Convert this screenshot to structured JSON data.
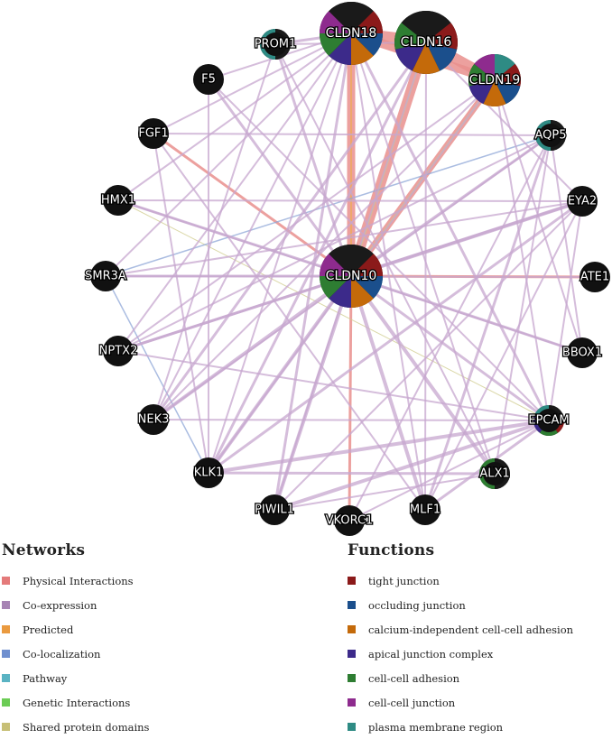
{
  "network": {
    "nodes": [
      {
        "id": "CLDN18",
        "label": "CLDN18",
        "size": "large",
        "ring": [
          "#1a1a1a",
          "#8b1a1a",
          "#1b4f8c",
          "#c46a0a",
          "#3c2a8a",
          "#2e7d32",
          "#8e2b8e",
          "#1a1a1a"
        ]
      },
      {
        "id": "CLDN16",
        "label": "CLDN16",
        "size": "large",
        "ring": [
          "#1a1a1a",
          "#8b1a1a",
          "#1b4f8c",
          "#c46a0a",
          "#3c2a8a",
          "#2e7d32",
          "#1a1a1a"
        ]
      },
      {
        "id": "CLDN19",
        "label": "CLDN19",
        "size": "medium",
        "ring": [
          "#2e8b84",
          "#8b1a1a",
          "#1b4f8c",
          "#c46a0a",
          "#3c2a8a",
          "#2e7d32",
          "#8e2b8e"
        ]
      },
      {
        "id": "PROM1",
        "label": "PROM1",
        "size": "small",
        "ring": [
          "#1a1a1a",
          "#2e8b84"
        ]
      },
      {
        "id": "F5",
        "label": "F5",
        "size": "small",
        "ring": [
          "#1a1a1a"
        ]
      },
      {
        "id": "FGF1",
        "label": "FGF1",
        "size": "small",
        "ring": [
          "#1a1a1a"
        ]
      },
      {
        "id": "AQP5",
        "label": "AQP5",
        "size": "small",
        "ring": [
          "#1a1a1a",
          "#2e8b84"
        ]
      },
      {
        "id": "HMX1",
        "label": "HMX1",
        "size": "small",
        "ring": [
          "#1a1a1a"
        ]
      },
      {
        "id": "EYA2",
        "label": "EYA2",
        "size": "small",
        "ring": [
          "#1a1a1a"
        ]
      },
      {
        "id": "SMR3A",
        "label": "SMR3A",
        "size": "small",
        "ring": [
          "#1a1a1a"
        ]
      },
      {
        "id": "CLDN10",
        "label": "CLDN10",
        "size": "large",
        "ring": [
          "#1a1a1a",
          "#8b1a1a",
          "#1b4f8c",
          "#c46a0a",
          "#3c2a8a",
          "#2e7d32",
          "#8e2b8e",
          "#1a1a1a"
        ]
      },
      {
        "id": "ATE1",
        "label": "ATE1",
        "size": "small",
        "ring": [
          "#1a1a1a"
        ]
      },
      {
        "id": "NPTX2",
        "label": "NPTX2",
        "size": "small",
        "ring": [
          "#1a1a1a"
        ]
      },
      {
        "id": "BBOX1",
        "label": "BBOX1",
        "size": "small",
        "ring": [
          "#1a1a1a"
        ]
      },
      {
        "id": "NEK3",
        "label": "NEK3",
        "size": "small",
        "ring": [
          "#1a1a1a"
        ]
      },
      {
        "id": "EPCAM",
        "label": "EPCAM",
        "size": "small",
        "ring": [
          "#1a1a1a",
          "#8b1a1a",
          "#2e7d32",
          "#3c2a8a",
          "#2e8b84"
        ]
      },
      {
        "id": "KLK1",
        "label": "KLK1",
        "size": "small",
        "ring": [
          "#1a1a1a"
        ]
      },
      {
        "id": "ALX1",
        "label": "ALX1",
        "size": "small",
        "ring": [
          "#1a1a1a",
          "#2e7d32"
        ]
      },
      {
        "id": "PIWIL1",
        "label": "PIWIL1",
        "size": "small",
        "ring": [
          "#1a1a1a"
        ]
      },
      {
        "id": "MLF1",
        "label": "MLF1",
        "size": "small",
        "ring": [
          "#1a1a1a"
        ]
      },
      {
        "id": "VKORC1",
        "label": "VKORC1",
        "size": "small",
        "ring": [
          "#1a1a1a"
        ]
      }
    ],
    "edges": [
      [
        "CLDN10",
        "CLDN18",
        "physical",
        9
      ],
      [
        "CLDN10",
        "CLDN16",
        "physical",
        11
      ],
      [
        "CLDN10",
        "CLDN19",
        "physical",
        7
      ],
      [
        "CLDN18",
        "CLDN16",
        "physical",
        14
      ],
      [
        "CLDN16",
        "CLDN19",
        "physical",
        12
      ],
      [
        "CLDN18",
        "CLDN19",
        "physical",
        10
      ],
      [
        "CLDN10",
        "FGF1",
        "physical",
        3
      ],
      [
        "CLDN10",
        "ATE1",
        "physical",
        3
      ],
      [
        "CLDN10",
        "VKORC1",
        "physical",
        3
      ],
      [
        "CLDN18",
        "CLDN10",
        "predicted",
        2
      ],
      [
        "CLDN16",
        "CLDN10",
        "shared",
        2
      ],
      [
        "CLDN19",
        "CLDN10",
        "shared",
        2
      ],
      [
        "HMX1",
        "EPCAM",
        "shared",
        1
      ],
      [
        "SMR3A",
        "AQP5",
        "coloc",
        1.5
      ],
      [
        "SMR3A",
        "KLK1",
        "coloc",
        1.5
      ],
      [
        "CLDN10",
        "PROM1",
        "coexp",
        3
      ],
      [
        "CLDN10",
        "F5",
        "coexp",
        3
      ],
      [
        "CLDN10",
        "HMX1",
        "coexp",
        3
      ],
      [
        "CLDN10",
        "SMR3A",
        "coexp",
        3
      ],
      [
        "CLDN10",
        "NPTX2",
        "coexp",
        3
      ],
      [
        "CLDN10",
        "NEK3",
        "coexp",
        4
      ],
      [
        "CLDN10",
        "KLK1",
        "coexp",
        4
      ],
      [
        "CLDN10",
        "PIWIL1",
        "coexp",
        4
      ],
      [
        "CLDN10",
        "MLF1",
        "coexp",
        4
      ],
      [
        "CLDN10",
        "ALX1",
        "coexp",
        4
      ],
      [
        "CLDN10",
        "EPCAM",
        "coexp",
        3
      ],
      [
        "CLDN10",
        "BBOX1",
        "coexp",
        3
      ],
      [
        "CLDN10",
        "EYA2",
        "coexp",
        4
      ],
      [
        "CLDN10",
        "AQP5",
        "coexp",
        3
      ],
      [
        "CLDN18",
        "PROM1",
        "coexp",
        3
      ],
      [
        "CLDN18",
        "F5",
        "coexp",
        2
      ],
      [
        "CLDN18",
        "FGF1",
        "coexp",
        2
      ],
      [
        "CLDN18",
        "HMX1",
        "coexp",
        2
      ],
      [
        "CLDN18",
        "SMR3A",
        "coexp",
        2
      ],
      [
        "CLDN18",
        "NPTX2",
        "coexp",
        2
      ],
      [
        "CLDN18",
        "KLK1",
        "coexp",
        2
      ],
      [
        "CLDN18",
        "PIWIL1",
        "coexp",
        3
      ],
      [
        "CLDN18",
        "MLF1",
        "coexp",
        2
      ],
      [
        "CLDN18",
        "ALX1",
        "coexp",
        2
      ],
      [
        "CLDN18",
        "EPCAM",
        "coexp",
        3
      ],
      [
        "CLDN18",
        "NEK3",
        "coexp",
        2
      ],
      [
        "CLDN16",
        "PROM1",
        "coexp",
        2
      ],
      [
        "CLDN16",
        "NEK3",
        "coexp",
        3
      ],
      [
        "CLDN16",
        "KLK1",
        "coexp",
        3
      ],
      [
        "CLDN16",
        "PIWIL1",
        "coexp",
        2
      ],
      [
        "CLDN16",
        "EYA2",
        "coexp",
        2
      ],
      [
        "CLDN16",
        "MLF1",
        "coexp",
        2
      ],
      [
        "CLDN19",
        "EPCAM",
        "coexp",
        2
      ],
      [
        "CLDN19",
        "BBOX1",
        "coexp",
        2
      ],
      [
        "CLDN19",
        "KLK1",
        "coexp",
        2
      ],
      [
        "CLDN19",
        "NPTX2",
        "coexp",
        2
      ],
      [
        "CLDN19",
        "NEK3",
        "coexp",
        2
      ],
      [
        "FGF1",
        "AQP5",
        "coexp",
        2
      ],
      [
        "FGF1",
        "KLK1",
        "coexp",
        2
      ],
      [
        "FGF1",
        "MLF1",
        "coexp",
        2
      ],
      [
        "HMX1",
        "EYA2",
        "coexp",
        2
      ],
      [
        "HMX1",
        "BBOX1",
        "coexp",
        2
      ],
      [
        "SMR3A",
        "EYA2",
        "coexp",
        2
      ],
      [
        "SMR3A",
        "ATE1",
        "coexp",
        2
      ],
      [
        "NPTX2",
        "EYA2",
        "coexp",
        3
      ],
      [
        "NPTX2",
        "AQP5",
        "coexp",
        2
      ],
      [
        "NPTX2",
        "EPCAM",
        "coexp",
        2
      ],
      [
        "NEK3",
        "EPCAM",
        "coexp",
        2
      ],
      [
        "NEK3",
        "AQP5",
        "coexp",
        2
      ],
      [
        "KLK1",
        "EPCAM",
        "coexp",
        4
      ],
      [
        "KLK1",
        "EYA2",
        "coexp",
        3
      ],
      [
        "KLK1",
        "ALX1",
        "coexp",
        3
      ],
      [
        "PIWIL1",
        "EPCAM",
        "coexp",
        4
      ],
      [
        "PIWIL1",
        "ALX1",
        "coexp",
        2
      ],
      [
        "PIWIL1",
        "EYA2",
        "coexp",
        2
      ],
      [
        "MLF1",
        "EPCAM",
        "coexp",
        3
      ],
      [
        "MLF1",
        "AQP5",
        "coexp",
        3
      ],
      [
        "MLF1",
        "EYA2",
        "coexp",
        2
      ],
      [
        "VKORC1",
        "EPCAM",
        "coexp",
        2
      ],
      [
        "VKORC1",
        "AQP5",
        "coexp",
        2
      ],
      [
        "ALX1",
        "AQP5",
        "coexp",
        2
      ],
      [
        "EPCAM",
        "EYA2",
        "coexp",
        2
      ],
      [
        "BBOX1",
        "AQP5",
        "coexp",
        2
      ],
      [
        "F5",
        "KLK1",
        "coexp",
        2
      ],
      [
        "F5",
        "EPCAM",
        "coexp",
        2
      ],
      [
        "PROM1",
        "NEK3",
        "coexp",
        2
      ],
      [
        "PROM1",
        "ALX1",
        "coexp",
        2
      ]
    ]
  },
  "edge_colors": {
    "physical": "#e9908e",
    "coexp": "#c7a7cf",
    "predicted": "#efaa5a",
    "coloc": "#8fa7d8",
    "pathway": "#6fb9c6",
    "genetic": "#7dcb6a",
    "shared": "#cfcb8c"
  },
  "legend_networks": {
    "title": "Networks",
    "items": [
      {
        "label": "Physical Interactions",
        "color": "#e47a7a"
      },
      {
        "label": "Co-expression",
        "color": "#a784b4"
      },
      {
        "label": "Predicted",
        "color": "#ea9a3f"
      },
      {
        "label": "Co-localization",
        "color": "#6f8fcf"
      },
      {
        "label": "Pathway",
        "color": "#5ab3c3"
      },
      {
        "label": "Genetic Interactions",
        "color": "#6ccc55"
      },
      {
        "label": "Shared protein domains",
        "color": "#c7bf76"
      }
    ]
  },
  "legend_functions": {
    "title": "Functions",
    "items": [
      {
        "label": "tight junction",
        "color": "#8b1a1a"
      },
      {
        "label": "occluding junction",
        "color": "#1b4f8c"
      },
      {
        "label": "calcium-independent cell-cell adhesion",
        "color": "#c46a0a"
      },
      {
        "label": "apical junction complex",
        "color": "#3c2a8a"
      },
      {
        "label": "cell-cell adhesion",
        "color": "#2e7d32"
      },
      {
        "label": "cell-cell junction",
        "color": "#8e2b8e"
      },
      {
        "label": "plasma membrane region",
        "color": "#2e8b84"
      }
    ]
  }
}
